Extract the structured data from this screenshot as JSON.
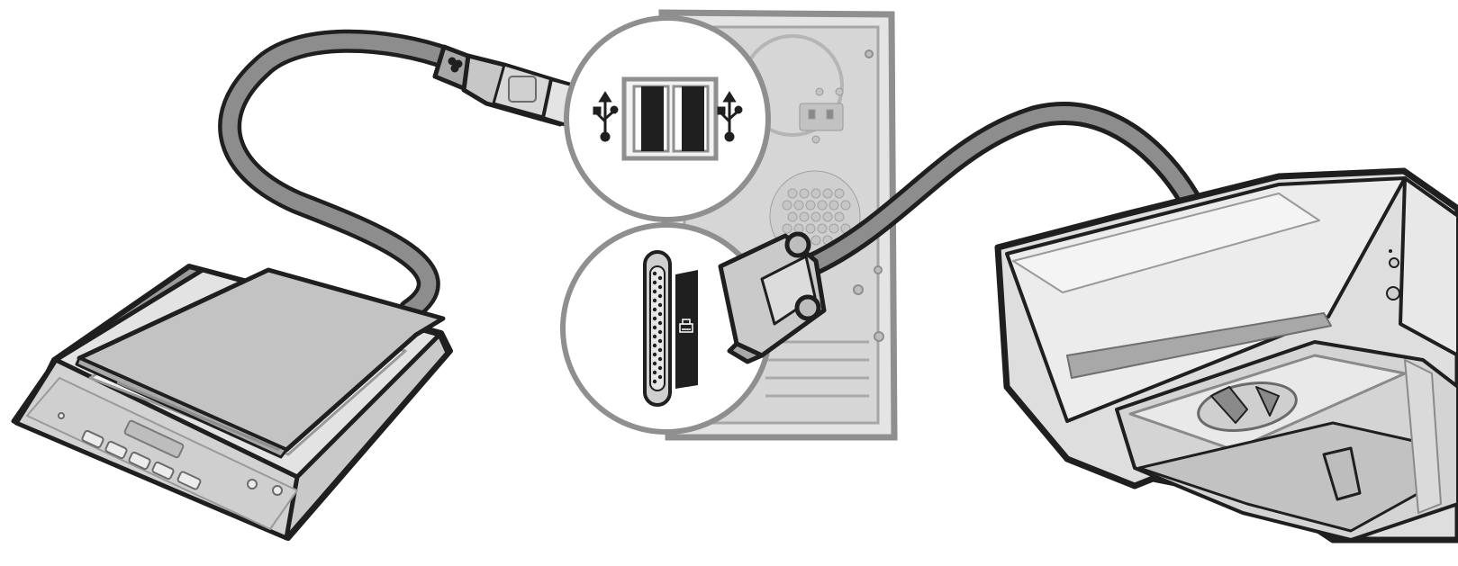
{
  "diagram": {
    "components": [
      {
        "id": "scanner",
        "label": "",
        "connection": "usb"
      },
      {
        "id": "computer-tower",
        "label": ""
      },
      {
        "id": "printer",
        "label": "",
        "connection": "parallel"
      }
    ],
    "callouts": [
      {
        "id": "usb-ports",
        "icon": "usb-icon",
        "count": 2
      },
      {
        "id": "parallel-port",
        "icon": "printer-port-icon",
        "pins": 25
      }
    ],
    "colors": {
      "outline": "#1f1f1f",
      "cable": "#8d8d8d",
      "device_light": "#e6e6e6",
      "device_mid": "#c9c9c9",
      "device_dark": "#9a9a9a",
      "tower": "#d5d5d5"
    }
  }
}
